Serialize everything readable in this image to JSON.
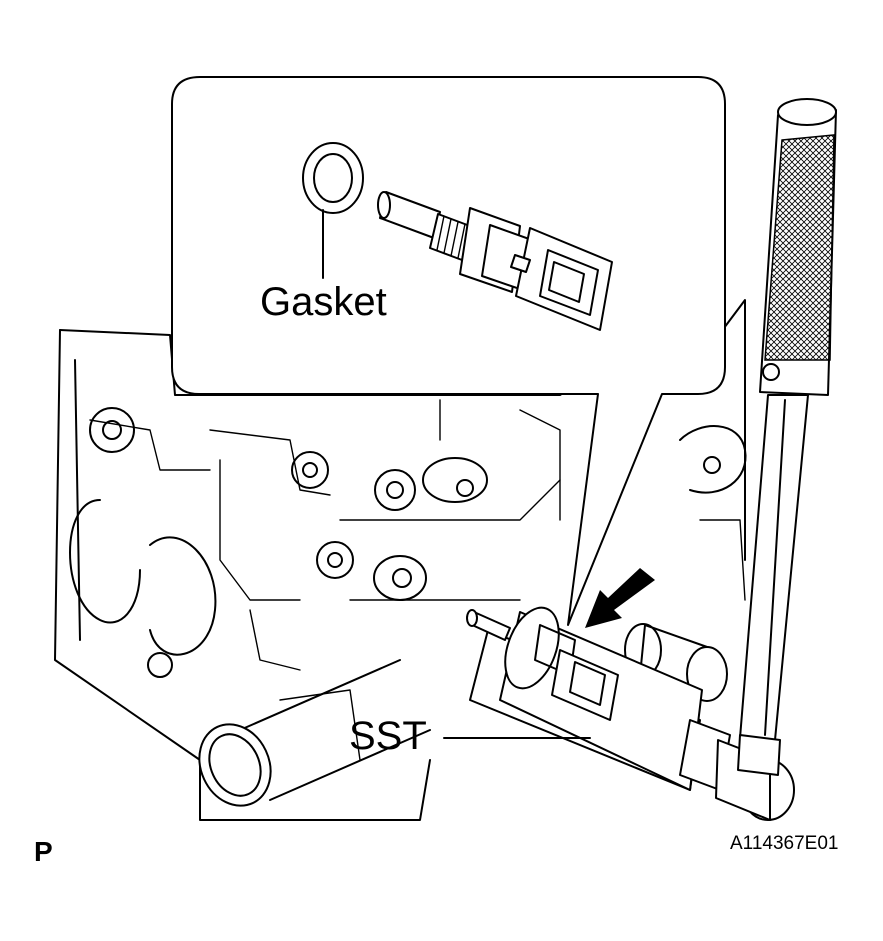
{
  "labels": {
    "gasket": "Gasket",
    "sst": "SST",
    "view_code": "P",
    "figure_id": "A114367E01"
  },
  "colors": {
    "line": "#000000",
    "background": "#ffffff"
  }
}
